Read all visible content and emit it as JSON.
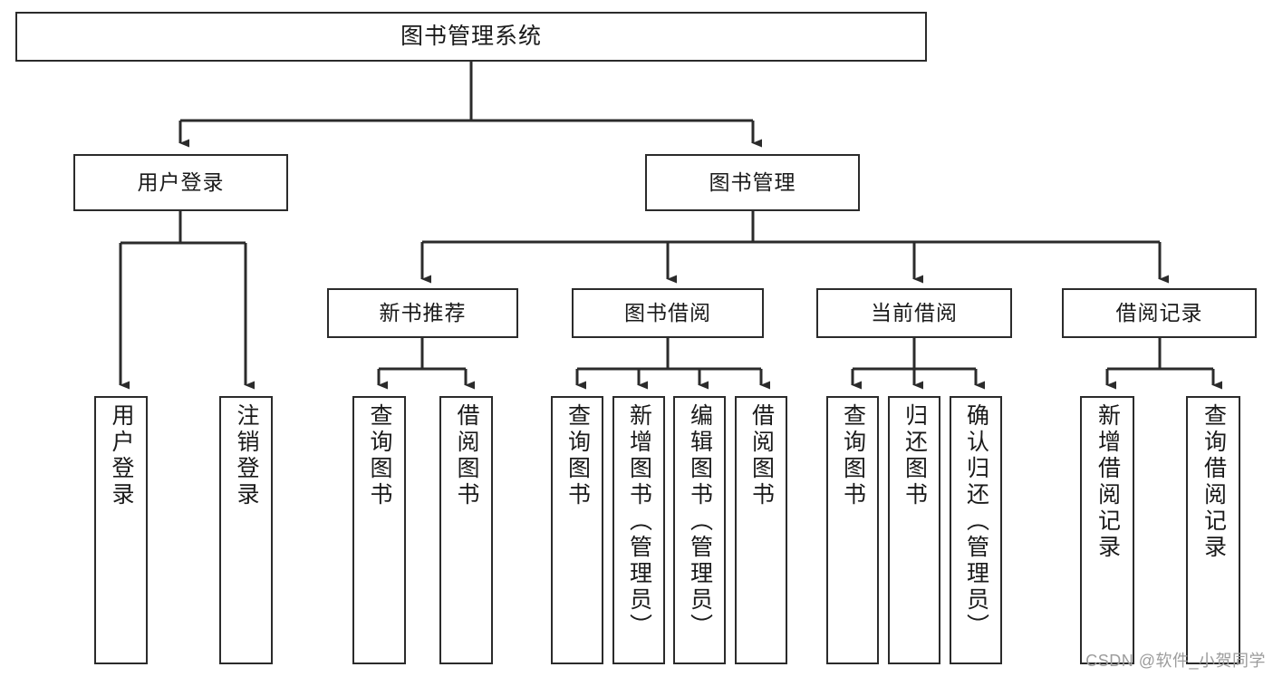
{
  "diagram": {
    "title": "图书管理系统",
    "type": "hierarchy-tree",
    "colors": {
      "box_border": "#2b2b2b",
      "box_fill": "#ffffff",
      "connector": "#2b2b2b",
      "text": "#1a1a1a",
      "watermark": "#9c9c9c",
      "background": "#ffffff"
    },
    "levels": [
      {
        "level": 1,
        "nodes": [
          {
            "id": "root",
            "label": "图书管理系统",
            "orientation": "horizontal"
          }
        ]
      },
      {
        "level": 2,
        "nodes": [
          {
            "id": "user-login",
            "label": "用户登录",
            "orientation": "horizontal"
          },
          {
            "id": "book-manage",
            "label": "图书管理",
            "orientation": "horizontal"
          }
        ]
      },
      {
        "level": 3,
        "nodes": [
          {
            "id": "new-book-rec",
            "label": "新书推荐",
            "orientation": "horizontal"
          },
          {
            "id": "book-borrow",
            "label": "图书借阅",
            "orientation": "horizontal"
          },
          {
            "id": "current-borrow",
            "label": "当前借阅",
            "orientation": "horizontal"
          },
          {
            "id": "borrow-record",
            "label": "借阅记录",
            "orientation": "horizontal"
          }
        ]
      },
      {
        "level": 4,
        "nodes": [
          {
            "id": "leaf-user-login",
            "label": "用户登录",
            "orientation": "vertical",
            "parent": "user-login"
          },
          {
            "id": "leaf-user-logout",
            "label": "注销登录",
            "orientation": "vertical",
            "parent": "user-login"
          },
          {
            "id": "leaf-query-book-1",
            "label": "查询图书",
            "orientation": "vertical",
            "parent": "new-book-rec"
          },
          {
            "id": "leaf-borrow-book-1",
            "label": "借阅图书",
            "orientation": "vertical",
            "parent": "new-book-rec"
          },
          {
            "id": "leaf-query-book-2",
            "label": "查询图书",
            "orientation": "vertical",
            "parent": "book-borrow"
          },
          {
            "id": "leaf-add-book",
            "label": "新增图书（管理员）",
            "orientation": "vertical",
            "parent": "book-borrow"
          },
          {
            "id": "leaf-edit-book",
            "label": "编辑图书（管理员）",
            "orientation": "vertical",
            "parent": "book-borrow"
          },
          {
            "id": "leaf-borrow-book-2",
            "label": "借阅图书",
            "orientation": "vertical",
            "parent": "book-borrow"
          },
          {
            "id": "leaf-query-book-3",
            "label": "查询图书",
            "orientation": "vertical",
            "parent": "current-borrow"
          },
          {
            "id": "leaf-return-book",
            "label": "归还图书",
            "orientation": "vertical",
            "parent": "current-borrow"
          },
          {
            "id": "leaf-confirm-return",
            "label": "确认归还（管理员）",
            "orientation": "vertical",
            "parent": "current-borrow"
          },
          {
            "id": "leaf-add-record",
            "label": "新增借阅记录",
            "orientation": "vertical",
            "parent": "borrow-record"
          },
          {
            "id": "leaf-query-record",
            "label": "查询借阅记录",
            "orientation": "vertical",
            "parent": "borrow-record"
          }
        ]
      }
    ]
  },
  "watermark": {
    "text": "CSDN @软件_小贺同学"
  }
}
